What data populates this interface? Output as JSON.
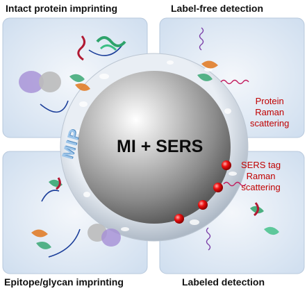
{
  "quadrants": {
    "top_left_title": "Intact protein imprinting",
    "top_right_title": "Label-free detection",
    "bottom_left_title": "Epitope/glycan imprinting",
    "bottom_right_title": "Labeled detection"
  },
  "annotations": {
    "protein_raman": [
      "Protein",
      "Raman",
      "scattering"
    ],
    "sers_tag_raman": [
      "SERS tag",
      "Raman",
      "scattering"
    ]
  },
  "center_label": "MI + SERS",
  "mip_label": "MIP",
  "colors": {
    "panel_bg": "#dde8f5",
    "annotation_red": "#c00000",
    "sers_bead_red": "#e00000",
    "sphere_gray": "#9a9a9a",
    "arrow_blue": "#1c3f9a"
  }
}
